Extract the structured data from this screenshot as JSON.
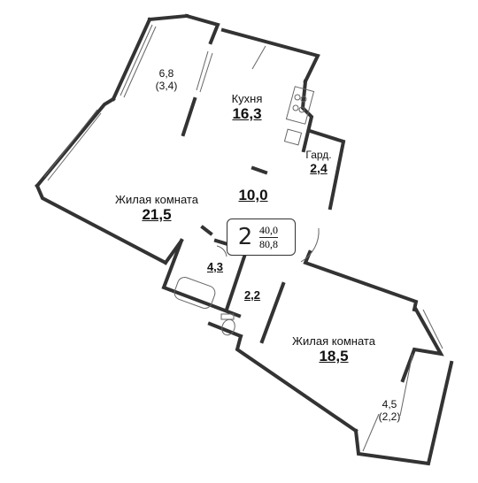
{
  "rooms": {
    "balcony_kitchen": {
      "area": "6,8",
      "sub": "(3,4)"
    },
    "kitchen": {
      "name": "Кухня",
      "area": "16,3"
    },
    "wardrobe": {
      "name": "Гард.",
      "area": "2,4"
    },
    "hall": {
      "area": "10,0"
    },
    "living_1": {
      "name": "Жилая комната",
      "area": "21,5"
    },
    "bathroom": {
      "area": "4,3"
    },
    "toilet": {
      "area": "2,2"
    },
    "living_2": {
      "name": "Жилая комната",
      "area": "18,5"
    },
    "balcony_living": {
      "area": "4,5",
      "sub": "(2,2)"
    }
  },
  "badge": {
    "rooms_count": "2",
    "living_area": "40,0",
    "total_area": "80,8"
  },
  "colors": {
    "wall": "#333333",
    "thin": "#666666"
  }
}
